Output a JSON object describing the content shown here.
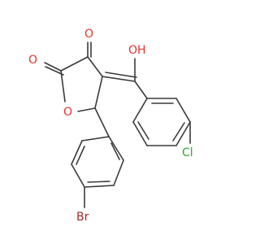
{
  "colors": {
    "bond": "#3a3a3a",
    "oxygen": "#e8322c",
    "chlorine": "#2fa52f",
    "bromine": "#a42a24"
  },
  "atoms": {
    "ketone_o": "O",
    "lactone_o": "O",
    "ring_o": "O",
    "hydroxyl": "OH",
    "chlorine": "Cl",
    "bromine": "Br"
  }
}
